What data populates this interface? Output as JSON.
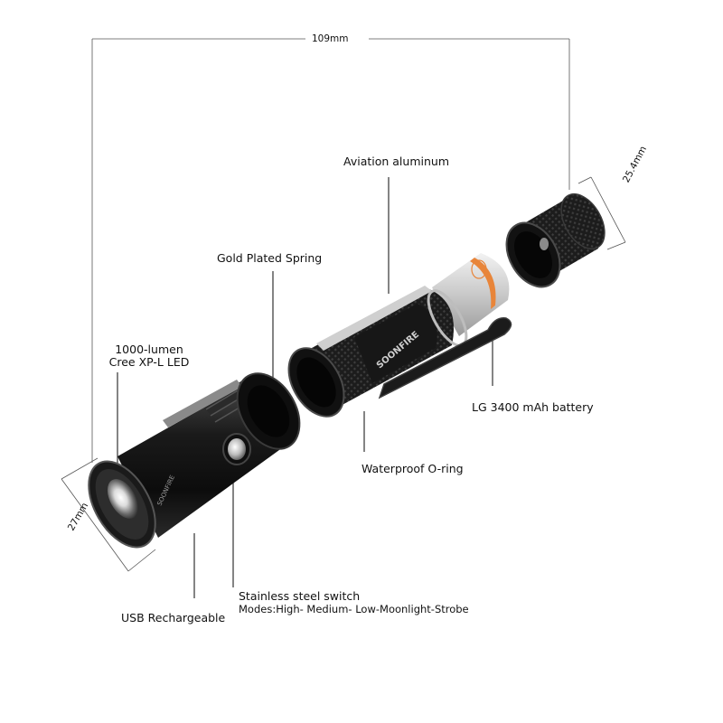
{
  "dimensions": {
    "length": "109mm",
    "head_diameter": "27mm",
    "tail_diameter": "25.4mm"
  },
  "labels": {
    "aviation": "Aviation aluminum",
    "spring": "Gold Plated Spring",
    "led_line1": "1000-lumen",
    "led_line2": "Cree XP-L LED",
    "battery": "LG 3400 mAh battery",
    "oring": "Waterproof O-ring",
    "switch": "Stainless steel switch",
    "modes": "Modes:High- Medium- Low-Moonlight-Strobe",
    "usb": "USB Rechargeable"
  },
  "product": {
    "brand": "SOONFIRE",
    "head_engraving": "SOONFIRE"
  },
  "colors": {
    "body": "#141414",
    "metal": "#3a3a3a",
    "silver": "#cfcfcf",
    "accent": "#e8853a",
    "line": "#333333"
  }
}
